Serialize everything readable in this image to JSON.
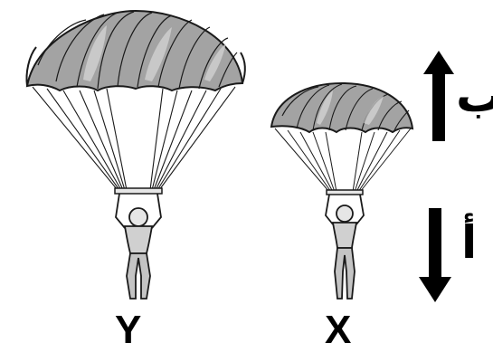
{
  "figure": {
    "left_label": "Y",
    "right_label": "X",
    "up_arrow_label": "ب",
    "down_arrow_label": "أ",
    "colors": {
      "ink": "#1a1a1a",
      "canopy_fill": "#9a9a9a",
      "canopy_highlight": "#d9d9d9",
      "background": "#ffffff"
    }
  }
}
